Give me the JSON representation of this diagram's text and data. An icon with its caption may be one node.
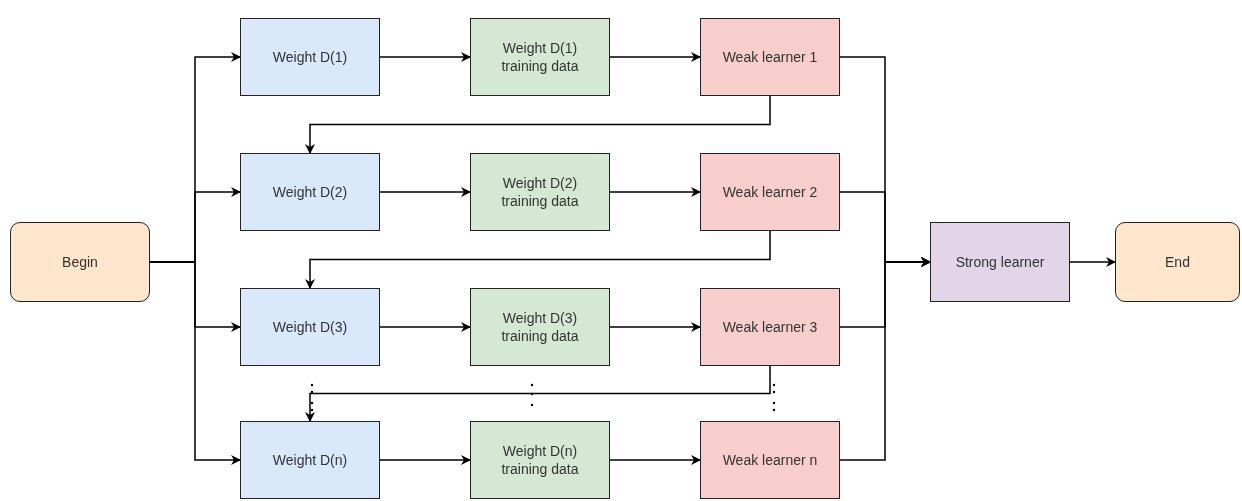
{
  "diagram": {
    "nodes": [
      {
        "text": [
          "Begin"
        ]
      },
      {
        "text": [
          "Weight D(1)"
        ]
      },
      {
        "text": [
          "Weight D(1) training data"
        ]
      },
      {
        "text": [
          "Weak learner 1"
        ]
      },
      {
        "text": [
          "Weight D(2)"
        ]
      },
      {
        "text": [
          "Weight D(2) training data"
        ]
      },
      {
        "text": [
          "Weak learner 2"
        ]
      },
      {
        "text": [
          "Weight D(3)"
        ]
      },
      {
        "text": [
          "Weight D(3) training data"
        ]
      },
      {
        "text": [
          "Weak learner 3"
        ]
      },
      {
        "text": [
          "Weight D(n)"
        ]
      },
      {
        "text": [
          "Weight D(n) training data"
        ]
      },
      {
        "text": [
          "Weak learner n"
        ]
      },
      {
        "text": [
          "Strong learner"
        ]
      },
      {
        "text": [
          "End"
        ]
      }
    ],
    "edges": [
      {
        "from": 0,
        "to": 1,
        "arrow": "to"
      },
      {
        "from": 0,
        "to": 4,
        "arrow": "to"
      },
      {
        "from": 0,
        "to": 7,
        "arrow": "to"
      },
      {
        "from": 0,
        "to": 10,
        "arrow": "to"
      },
      {
        "from": 1,
        "to": 2,
        "arrow": "to"
      },
      {
        "from": 2,
        "to": 3,
        "arrow": "to"
      },
      {
        "from": 4,
        "to": 5,
        "arrow": "to"
      },
      {
        "from": 5,
        "to": 6,
        "arrow": "to"
      },
      {
        "from": 7,
        "to": 8,
        "arrow": "to"
      },
      {
        "from": 8,
        "to": 9,
        "arrow": "to"
      },
      {
        "from": 10,
        "to": 11,
        "arrow": "to"
      },
      {
        "from": 11,
        "to": 12,
        "arrow": "to"
      },
      {
        "from": 3,
        "to": 4,
        "arrow": "to"
      },
      {
        "from": 6,
        "to": 7,
        "arrow": "to"
      },
      {
        "from": 9,
        "to": 10,
        "arrow": "to"
      },
      {
        "from": 3,
        "to": 13,
        "arrow": "to"
      },
      {
        "from": 6,
        "to": 13,
        "arrow": "to"
      },
      {
        "from": 9,
        "to": 13,
        "arrow": "to"
      },
      {
        "from": 12,
        "to": 13,
        "arrow": "to"
      },
      {
        "from": 13,
        "to": 14,
        "arrow": "to"
      }
    ]
  }
}
